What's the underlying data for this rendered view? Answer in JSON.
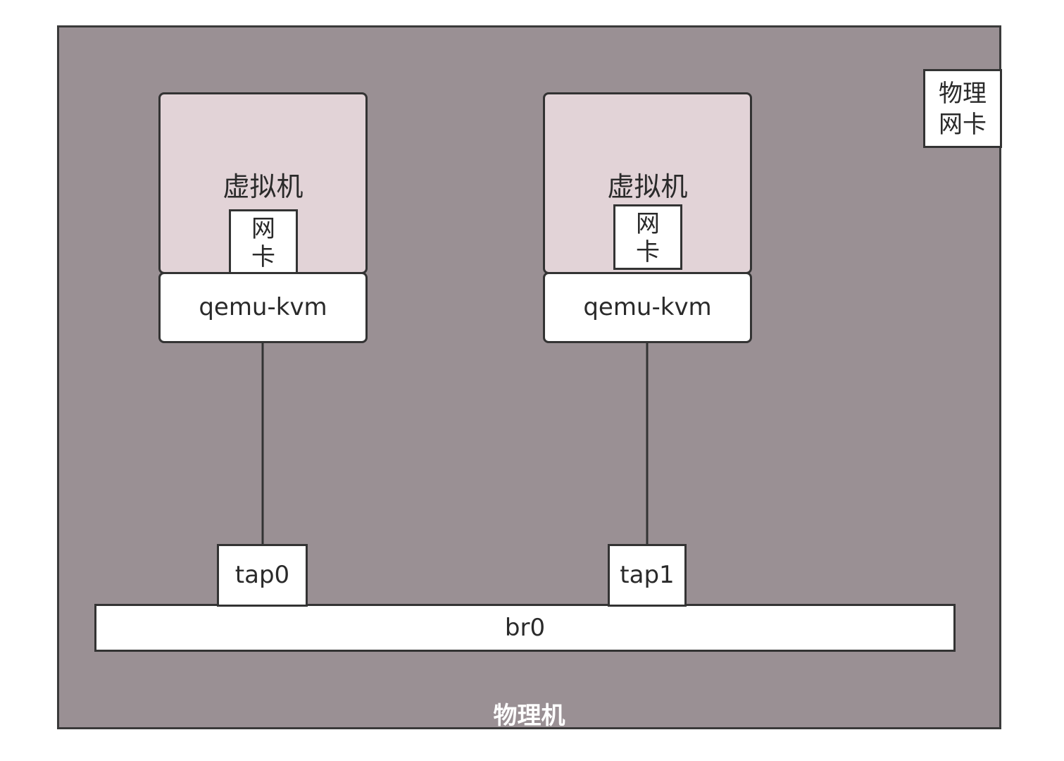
{
  "physical_machine": {
    "label": "物理机",
    "physical_nic": {
      "line1": "物理",
      "line2": "网卡"
    }
  },
  "vms": [
    {
      "label": "虚拟机",
      "nic": {
        "line1": "网",
        "line2": "卡"
      },
      "process": "qemu-kvm",
      "tap": "tap0"
    },
    {
      "label": "虚拟机",
      "nic": {
        "line1": "网",
        "line2": "卡"
      },
      "process": "qemu-kvm",
      "tap": "tap1"
    }
  ],
  "bridge": {
    "label": "br0"
  },
  "colors": {
    "host_fill": "#9a9094",
    "vm_fill": "#e2d3d7",
    "box_fill": "#ffffff",
    "stroke": "#333333",
    "host_label": "#ffffff"
  }
}
